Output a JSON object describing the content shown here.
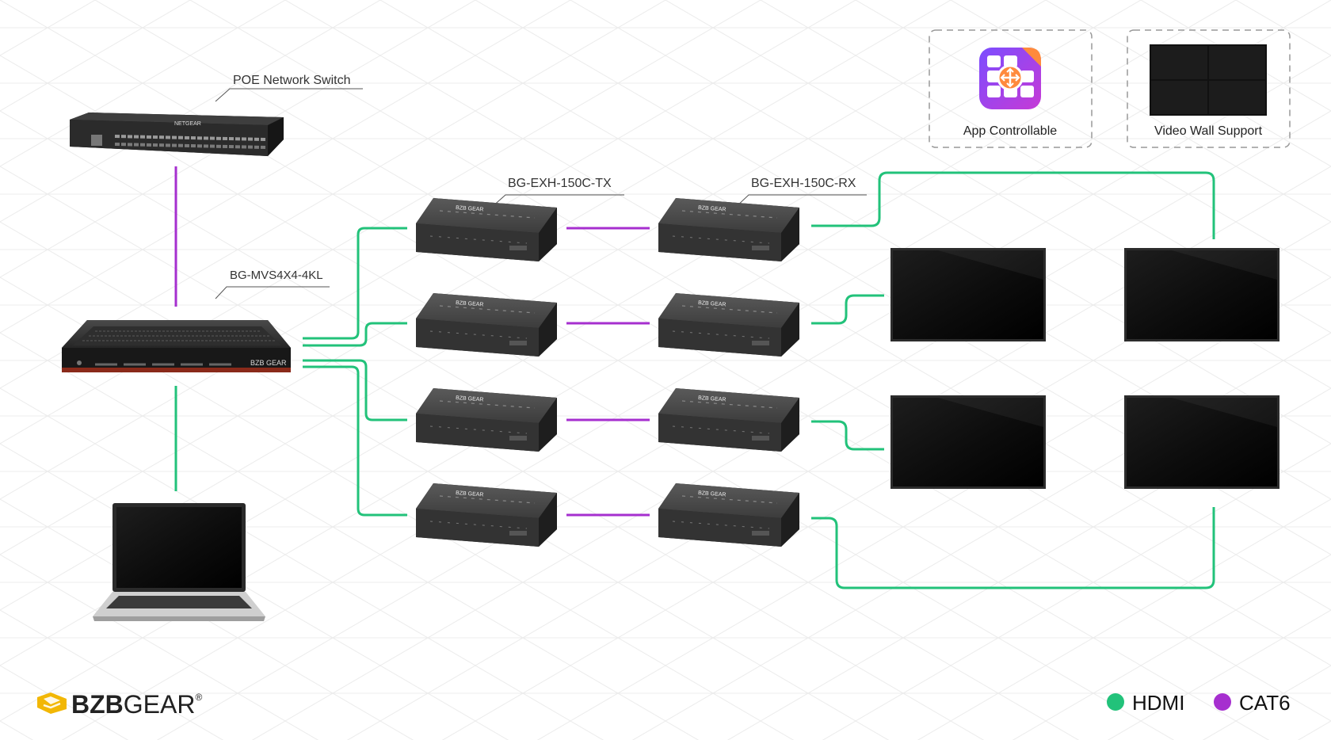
{
  "labels": {
    "network_switch": "POE Network Switch",
    "matrix": "BG-MVS4X4-4KL",
    "transmitter": "BG-EXH-150C-TX",
    "receiver": "BG-EXH-150C-RX"
  },
  "features": {
    "app": "App Controllable",
    "video_wall": "Video Wall Support"
  },
  "legend": {
    "hdmi": "HDMI",
    "cat6": "CAT6"
  },
  "brand": {
    "name_bold": "BZB",
    "name_light": "GEAR",
    "mark": "®"
  },
  "device_text": {
    "brand_small": "BZB GEAR",
    "switch_brand": "NETGEAR"
  },
  "colors": {
    "hdmi": "#22c27a",
    "cat6": "#a62fcf",
    "brand_gold": "#f2b705",
    "app_gradient_start": "#7b4dff",
    "app_gradient_end": "#c63ad6",
    "app_accent": "#ff8a3d"
  },
  "icons": [
    "app-grid-icon",
    "video-wall-icon",
    "network-switch-icon",
    "matrix-switch-icon",
    "extender-icon",
    "display-icon",
    "laptop-icon",
    "brand-logo-icon"
  ]
}
